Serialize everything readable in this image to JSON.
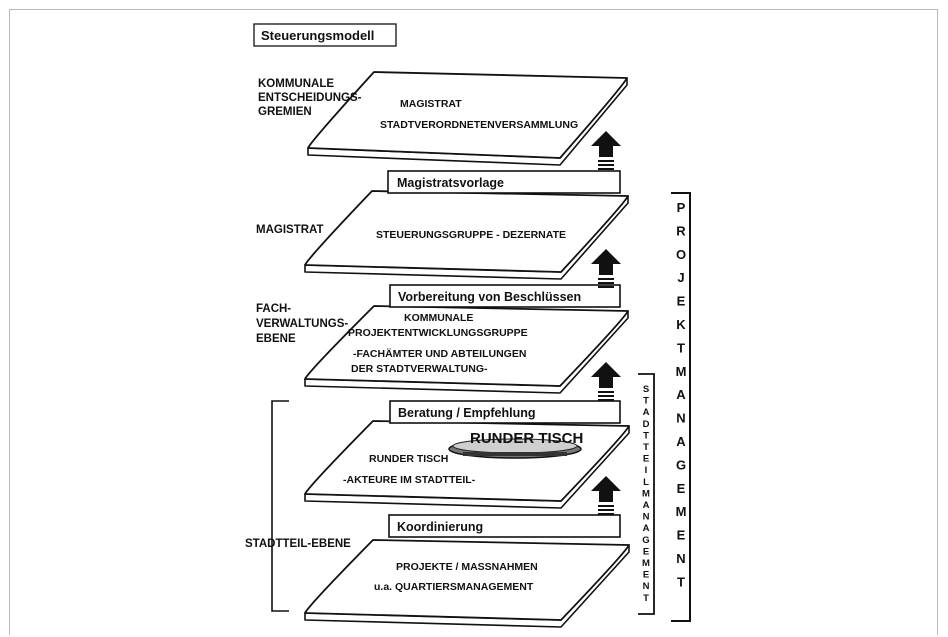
{
  "title": "Steuerungsmodell",
  "levels": [
    {
      "label_lines": [
        "KOMMUNALE",
        "ENTSCHEIDUNGS-",
        "GREMIEN"
      ],
      "plate_lines": [
        "MAGISTRAT",
        "STADTVERORDNETENVERSAMMLUNG"
      ]
    },
    {
      "label_lines": [
        "MAGISTRAT"
      ],
      "plate_lines": [
        "STEUERUNGSGRUPPE - DEZERNATE"
      ]
    },
    {
      "label_lines": [
        "FACH-",
        "VERWALTUNGS-",
        "EBENE"
      ],
      "plate_lines": [
        "KOMMUNALE",
        "PROJEKTENTWICKLUNGSGRUPPE",
        "-FACHÄMTER UND ABTEILUNGEN",
        "DER STADTVERWALTUNG-"
      ]
    },
    {
      "label_lines": [],
      "plate_lines": [
        "RUNDER TISCH",
        "-AKTEURE IM STADTTEIL-"
      ],
      "badge": "RUNDER TISCH"
    },
    {
      "label_lines": [
        "STADTTEIL-EBENE"
      ],
      "plate_lines": [
        "PROJEKTE / MASSNAHMEN",
        "u.a. QUARTIERSMANAGEMENT"
      ]
    }
  ],
  "connectors": [
    "Magistratsvorlage",
    "Vorbereitung von Beschlüssen",
    "Beratung / Empfehlung",
    "Koordinierung"
  ],
  "bracket_right": {
    "text": "PROJEKTMANAGEMENT"
  },
  "bracket_inner": {
    "text": "STADTTEILMANAGEMENT"
  },
  "colors": {
    "ink": "#111111",
    "paper": "#ffffff",
    "frame": "#b8b8b8"
  }
}
